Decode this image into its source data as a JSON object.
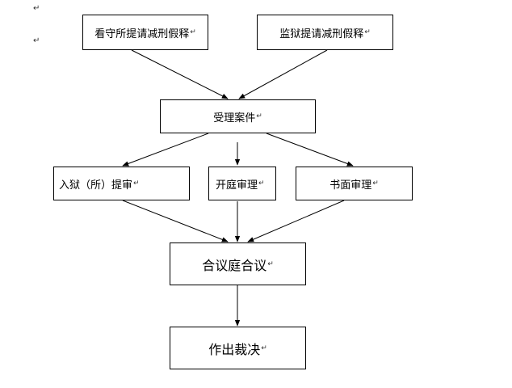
{
  "para_marks": [
    "↵",
    "↵"
  ],
  "nodes": {
    "detention_center": "看守所提请减刑假释",
    "prison": "监狱提请减刑假释",
    "accept_case": "受理案件",
    "remote_hearing": "入狱（所）提审",
    "court_hearing": "开庭审理",
    "written_review": "书面审理",
    "collegial_panel": "合议庭合议",
    "ruling": "作出裁决"
  },
  "return_mark": "↵"
}
